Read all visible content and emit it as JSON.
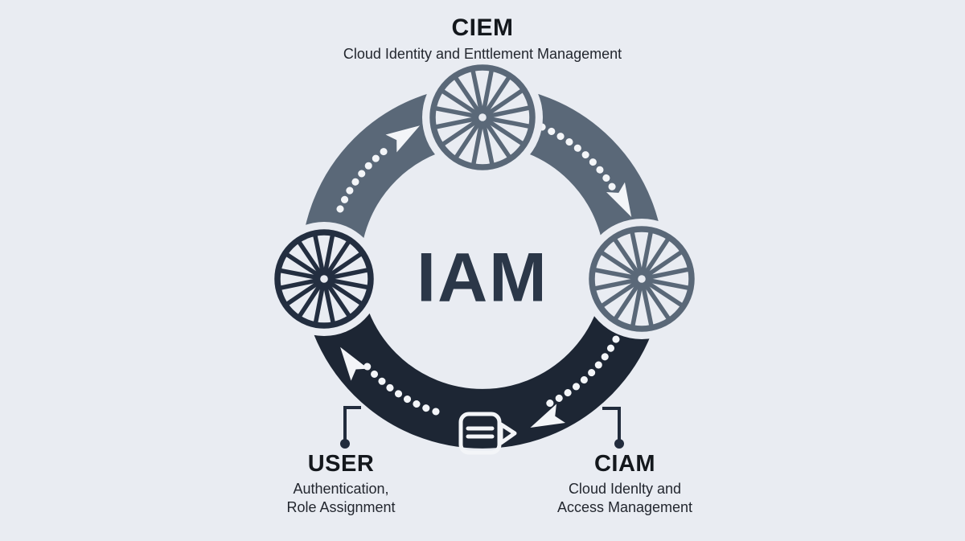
{
  "center_label": "IAM",
  "ciem": {
    "title": "CIEM",
    "subtitle": "Cloud Identity and Enttlement Management"
  },
  "user": {
    "title": "USER",
    "line1": "Authentication,",
    "line2": "Role Assignment"
  },
  "ciam": {
    "title": "CIAM",
    "line1": "Cloud Idenlty and",
    "line2": "Access Management"
  },
  "icons": {
    "node_top": "wheel-icon",
    "node_left": "wheel-icon",
    "node_right": "wheel-icon",
    "node_bottom": "document-pencil-icon"
  },
  "colors": {
    "background": "#e9ecf2",
    "ring_top": "#5a6878",
    "ring_bottom": "#1d2634",
    "wheel_left": "#232e40",
    "accent_white": "#f3f5f8",
    "heading_text": "#14181d",
    "subtitle_text": "#23272f",
    "center_text": "#2b3748",
    "connector": "#222c3d"
  }
}
